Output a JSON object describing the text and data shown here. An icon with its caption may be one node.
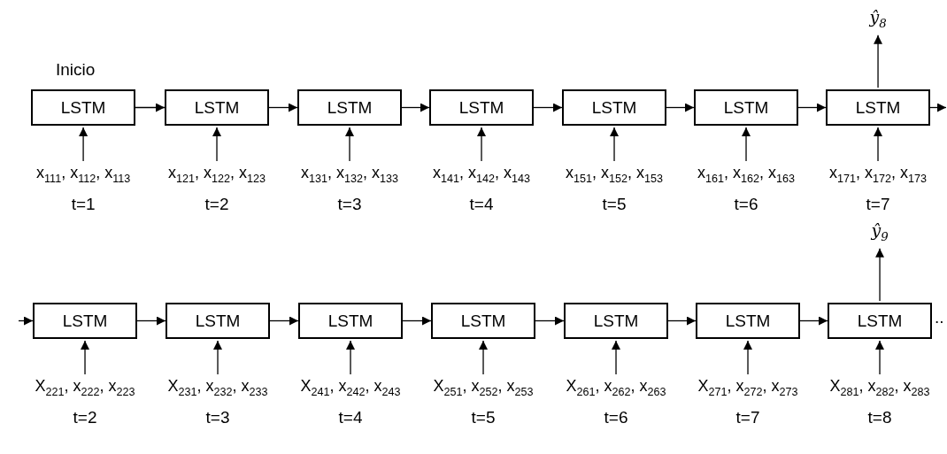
{
  "diagram": {
    "nodes": [
      {
        "text": [
          "ŷ$_{8}$"
        ]
      },
      {
        "text": [
          "LSTM"
        ],
        "beside": [
          "Inicio"
        ]
      },
      {
        "text": [
          "LSTM"
        ]
      },
      {
        "text": [
          "LSTM"
        ]
      },
      {
        "text": [
          "LSTM"
        ]
      },
      {
        "text": [
          "LSTM"
        ]
      },
      {
        "text": [
          "LSTM"
        ]
      },
      {
        "text": [
          "LSTM"
        ]
      },
      {
        "text": [
          "x$_{111}$, x$_{112}$, x$_{113}$"
        ],
        "beside": [
          "t=1"
        ]
      },
      {
        "text": [
          "x$_{121}$, x$_{122}$, x$_{123}$"
        ],
        "beside": [
          "t=2"
        ]
      },
      {
        "text": [
          "x$_{131}$, x$_{132}$, x$_{133}$"
        ],
        "beside": [
          "t=3"
        ]
      },
      {
        "text": [
          "x$_{141}$, x$_{142}$, x$_{143}$"
        ],
        "beside": [
          "t=4"
        ]
      },
      {
        "text": [
          "x$_{151}$, x$_{152}$, x$_{153}$"
        ],
        "beside": [
          "t=5"
        ]
      },
      {
        "text": [
          "x$_{161}$, x$_{162}$, x$_{163}$"
        ],
        "beside": [
          "t=6"
        ]
      },
      {
        "text": [
          "x$_{171}$, x$_{172}$, x$_{173}$"
        ],
        "beside": [
          "t=7"
        ]
      },
      {
        "text": [
          "ŷ$_{9}$"
        ]
      },
      {
        "text": [
          "LSTM"
        ]
      },
      {
        "text": [
          "LSTM"
        ]
      },
      {
        "text": [
          "LSTM"
        ]
      },
      {
        "text": [
          "LSTM"
        ]
      },
      {
        "text": [
          "LSTM"
        ]
      },
      {
        "text": [
          "LSTM"
        ]
      },
      {
        "text": [
          "LSTM"
        ]
      },
      {
        "text": [
          "X$_{221}$, x$_{222}$, x$_{223}$"
        ],
        "beside": [
          "t=2"
        ]
      },
      {
        "text": [
          "X$_{231}$, x$_{232}$, x$_{233}$"
        ],
        "beside": [
          "t=3"
        ]
      },
      {
        "text": [
          "X$_{241}$, x$_{242}$, x$_{243}$"
        ],
        "beside": [
          "t=4"
        ]
      },
      {
        "text": [
          "X$_{251}$, x$_{252}$, x$_{253}$"
        ],
        "beside": [
          "t=5"
        ]
      },
      {
        "text": [
          "X$_{261}$, x$_{262}$, x$_{263}$"
        ],
        "beside": [
          "t=6"
        ]
      },
      {
        "text": [
          "X$_{271}$, x$_{272}$, x$_{273}$"
        ],
        "beside": [
          "t=7"
        ]
      },
      {
        "text": [
          "X$_{281}$, x$_{282}$, x$_{283}$"
        ],
        "beside": [
          "t=8"
        ]
      }
    ],
    "edges": [
      {
        "from": 1,
        "to": 2,
        "arrow": "to"
      },
      {
        "from": 2,
        "to": 3,
        "arrow": "to"
      },
      {
        "from": 3,
        "to": 4,
        "arrow": "to"
      },
      {
        "from": 4,
        "to": 5,
        "arrow": "to"
      },
      {
        "from": 5,
        "to": 6,
        "arrow": "to"
      },
      {
        "from": 6,
        "to": 7,
        "arrow": "to"
      },
      {
        "from": 7,
        "to": null,
        "arrow": "to"
      },
      {
        "from": 7,
        "to": 0,
        "arrow": "to"
      },
      {
        "from": 8,
        "to": 1,
        "arrow": "to"
      },
      {
        "from": 9,
        "to": 2,
        "arrow": "to"
      },
      {
        "from": 10,
        "to": 3,
        "arrow": "to"
      },
      {
        "from": 11,
        "to": 4,
        "arrow": "to"
      },
      {
        "from": 12,
        "to": 5,
        "arrow": "to"
      },
      {
        "from": 13,
        "to": 6,
        "arrow": "to"
      },
      {
        "from": 14,
        "to": 7,
        "arrow": "to"
      },
      {
        "from": null,
        "to": 16,
        "arrow": "to"
      },
      {
        "from": 16,
        "to": 17,
        "arrow": "to"
      },
      {
        "from": 17,
        "to": 18,
        "arrow": "to"
      },
      {
        "from": 18,
        "to": 19,
        "arrow": "to"
      },
      {
        "from": 19,
        "to": 20,
        "arrow": "to"
      },
      {
        "from": 20,
        "to": 21,
        "arrow": "to"
      },
      {
        "from": 21,
        "to": 22,
        "arrow": "to"
      },
      {
        "from": 22,
        "to": 15,
        "arrow": "to"
      },
      {
        "from": 23,
        "to": 16,
        "arrow": "to"
      },
      {
        "from": 24,
        "to": 17,
        "arrow": "to"
      },
      {
        "from": 25,
        "to": 18,
        "arrow": "to"
      },
      {
        "from": 26,
        "to": 19,
        "arrow": "to"
      },
      {
        "from": 27,
        "to": 20,
        "arrow": "to"
      },
      {
        "from": 28,
        "to": 21,
        "arrow": "to"
      },
      {
        "from": 29,
        "to": 22,
        "arrow": "to"
      }
    ],
    "labels": [
      ".."
    ]
  }
}
